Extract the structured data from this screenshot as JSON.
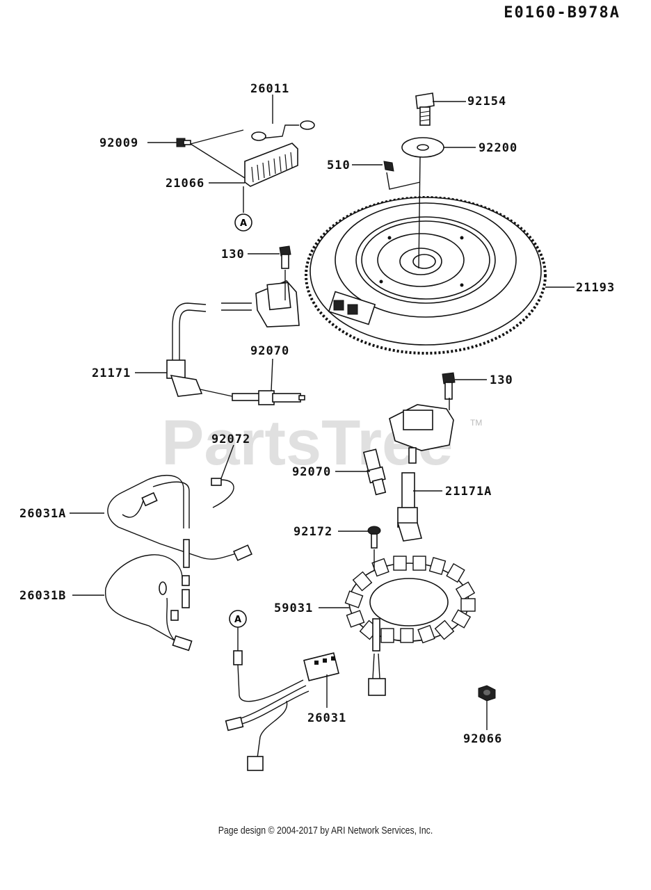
{
  "diagram_code": "E0160-B978A",
  "watermark": "PartsTree",
  "watermark_tm": "TM",
  "footer": "Page design © 2004-2017 by ARI Network Services, Inc.",
  "callout_ref": "A",
  "labels": {
    "p26011": "26011",
    "p92009": "92009",
    "p21066": "21066",
    "p92154": "92154",
    "p92200": "92200",
    "p510": "510",
    "p130_top": "130",
    "p21193": "21193",
    "p92070_top": "92070",
    "p21171": "21171",
    "p130_right": "130",
    "p92072": "92072",
    "p92070_mid": "92070",
    "p21171A": "21171A",
    "p26031A": "26031A",
    "p92172": "92172",
    "p26031B": "26031B",
    "p59031": "59031",
    "p26031": "26031",
    "p92066": "92066"
  }
}
